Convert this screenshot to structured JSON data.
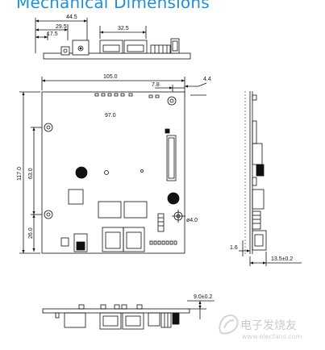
{
  "heading": "Mechanical Dimensions",
  "top_view": {
    "width": "44.5",
    "offset_mid": "29.5",
    "offset_small": "17.5",
    "rj45_span": "32.5"
  },
  "front_view": {
    "width": "105.0",
    "right_offset": "7.8",
    "edge": "4.4",
    "hole_span": "97.0",
    "height": "117.0",
    "mid_height": "63.0",
    "lower_height": "26.0",
    "hole_dia": "ø4.0"
  },
  "side_view": {
    "depth_small": "1.6",
    "depth_total": "13.5±0.2"
  },
  "bottom_view": {
    "height": "9.0±0.2"
  },
  "watermark": {
    "text": "电子发烧友",
    "url": "www.elecfans.com"
  },
  "colors": {
    "heading": "#1e90d6",
    "lines": "#111111"
  }
}
